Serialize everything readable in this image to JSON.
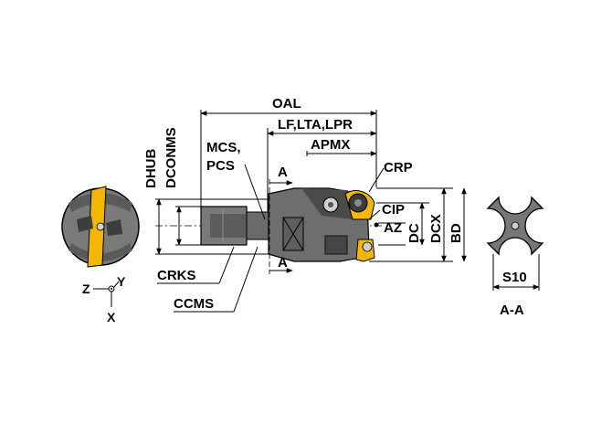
{
  "labels": {
    "oal": "OAL",
    "lf_lta_lpr": "LF,LTA,LPR",
    "apmx": "APMX",
    "mcs": "MCS,",
    "pcs": "PCS",
    "a_top": "A",
    "a_bottom": "A",
    "crp": "CRP",
    "cip": "CIP",
    "az": "AZ",
    "dc": "DC",
    "dcx": "DCX",
    "bd": "BD",
    "dhub": "DHUB",
    "dconms": "DCONMS",
    "crks": "CRKS",
    "ccms": "CCMS",
    "s10": "S10",
    "section": "A-A",
    "axis_z": "Z",
    "axis_y": "Y",
    "axis_x": "X"
  },
  "colors": {
    "body_gray": "#6e6e6e",
    "body_dark": "#4a4a4a",
    "insert_yellow": "#f2b705",
    "line": "#000000"
  }
}
